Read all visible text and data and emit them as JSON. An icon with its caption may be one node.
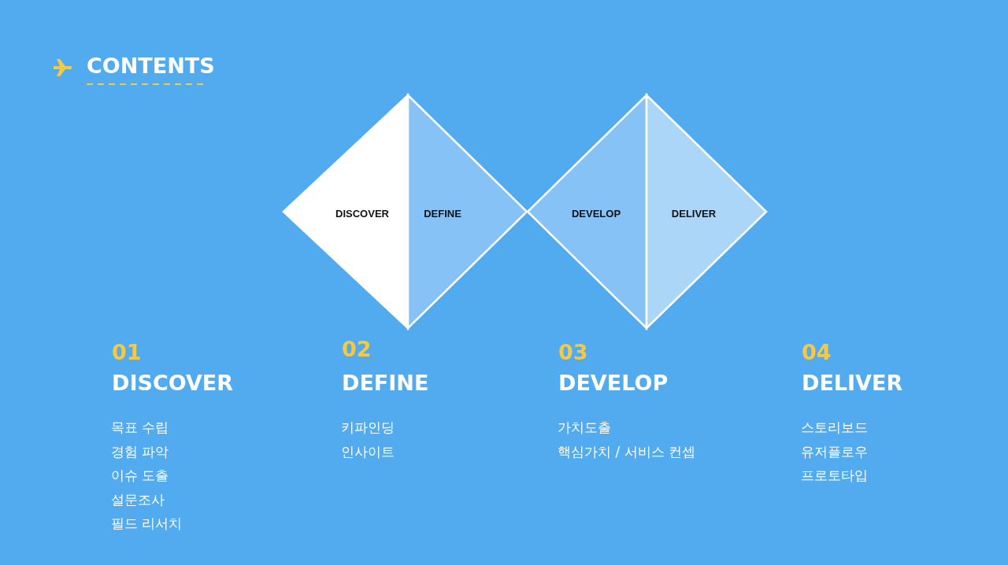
{
  "diagram": {
    "title": "CONTENTS",
    "nodes": [
      {
        "text": [
          "DISCOVER"
        ]
      },
      {
        "text": [
          "DEFINE"
        ]
      },
      {
        "text": [
          "DEVELOP"
        ]
      },
      {
        "text": [
          "DELIVER"
        ]
      }
    ],
    "labels": [
      "01",
      "DISCOVER",
      "목표 수립",
      "경험 파악",
      "이슈 도출",
      "설문조사",
      "필드 리서치",
      "02",
      "DEFINE",
      "키파인딩",
      "인사이트",
      "03",
      "DEVELOP",
      "가치도출",
      "핵심가치 / 서비스 컨셉",
      "04",
      "DELIVER",
      "스토리보드",
      "유저플로우",
      "프로토타입"
    ]
  }
}
